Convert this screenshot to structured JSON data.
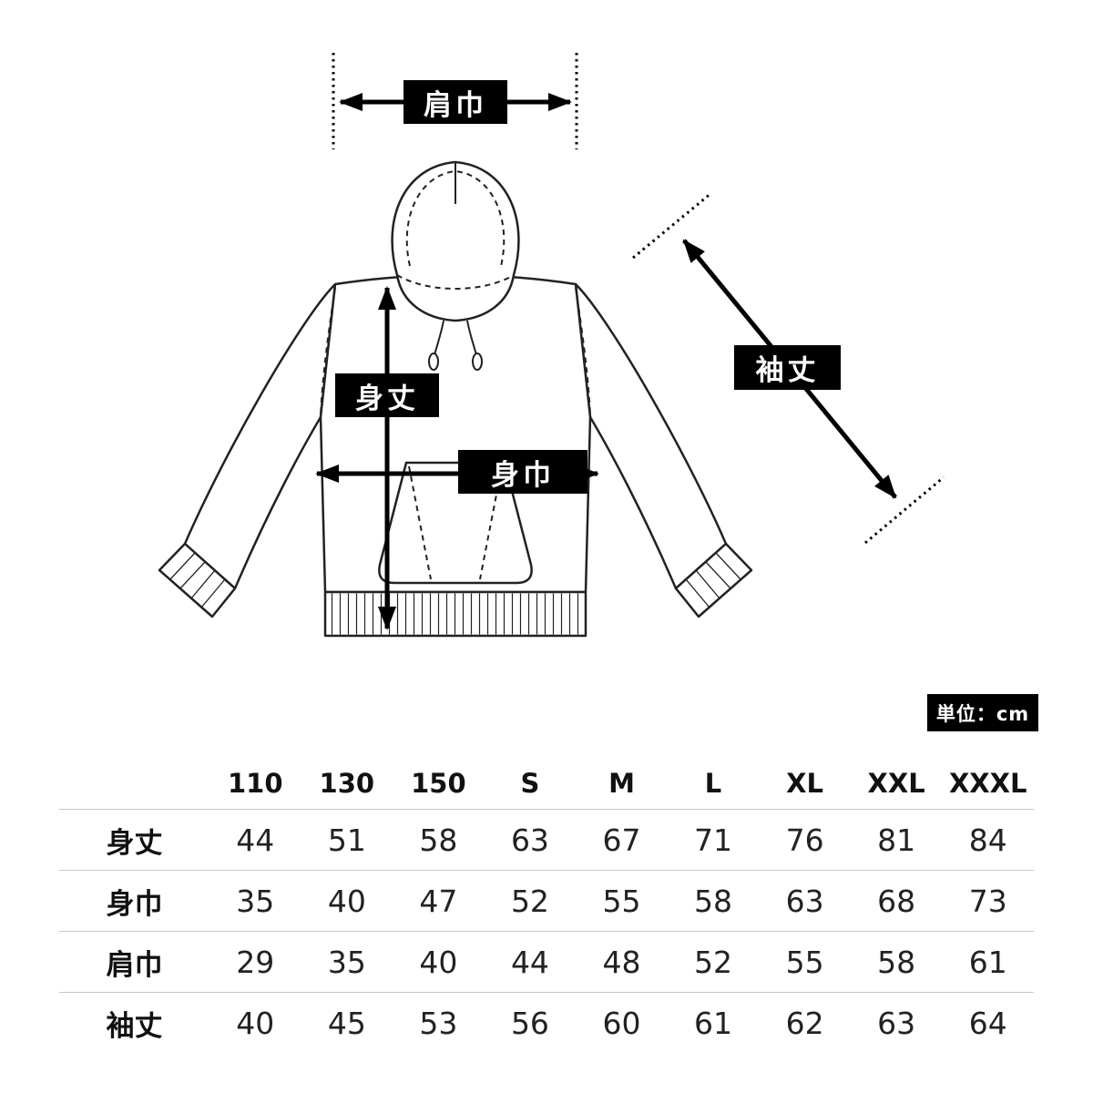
{
  "diagram": {
    "shoulder_width_label": "肩巾",
    "body_length_label": "身丈",
    "body_width_label": "身巾",
    "sleeve_length_label": "袖丈"
  },
  "unit_label": "単位：cm",
  "colors": {
    "label_box_bg": "#000000",
    "label_box_text": "#ffffff",
    "line_art": "#222222",
    "table_divider": "#c9c9c9"
  },
  "chart_data": {
    "type": "table",
    "unit": "cm",
    "columns": [
      "110",
      "130",
      "150",
      "S",
      "M",
      "L",
      "XL",
      "XXL",
      "XXXL"
    ],
    "rows": [
      {
        "label": "身丈",
        "values": [
          44,
          51,
          58,
          63,
          67,
          71,
          76,
          81,
          84
        ]
      },
      {
        "label": "身巾",
        "values": [
          35,
          40,
          47,
          52,
          55,
          58,
          63,
          68,
          73
        ]
      },
      {
        "label": "肩巾",
        "values": [
          29,
          35,
          40,
          44,
          48,
          52,
          55,
          58,
          61
        ]
      },
      {
        "label": "袖丈",
        "values": [
          40,
          45,
          53,
          56,
          60,
          61,
          62,
          63,
          64
        ]
      }
    ]
  }
}
